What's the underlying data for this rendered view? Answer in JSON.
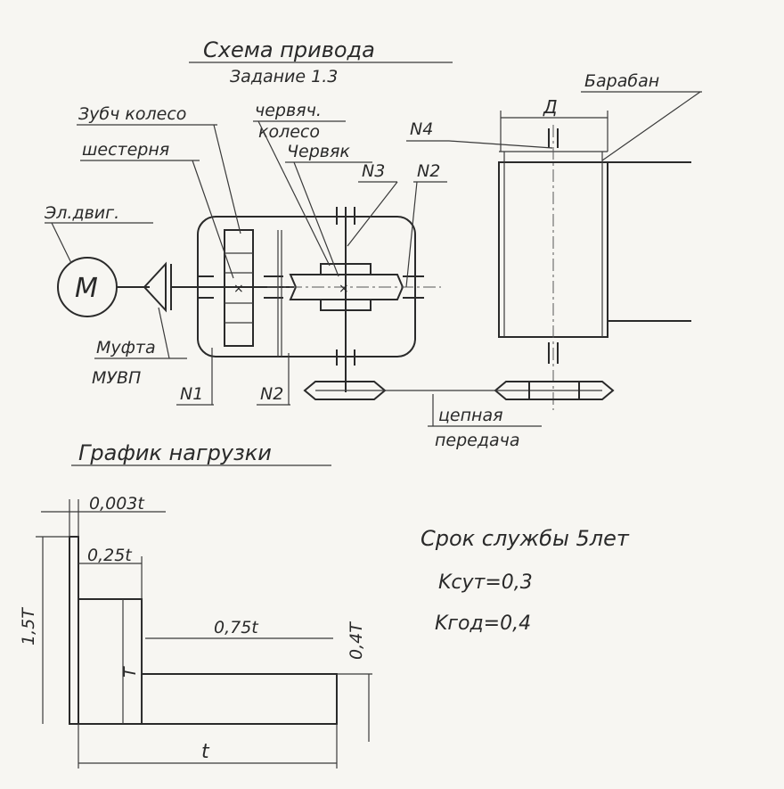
{
  "title": "Схема привода",
  "subtitle": "Задание 1.3",
  "labels": {
    "drum": "Барабан",
    "d": "Д",
    "n4": "N4",
    "gear_wheel": "Зубч колесо",
    "worm_wheel_1": "червяч.",
    "worm_wheel_2": "колесо",
    "worm": "Червяк",
    "n3": "N3",
    "n2_top": "N2",
    "pinion": "шестерня",
    "motor_label": "Эл.двиг.",
    "motor_symbol": "M",
    "coupling_1": "Муфта",
    "coupling_2": "МУВП",
    "n1": "N1",
    "n2_bottom": "N2",
    "chain_1": "цепная",
    "chain_2": "передача"
  },
  "load_chart": {
    "title": "График нагрузки",
    "dims": {
      "short": "0,003t",
      "peak_time": "0,25t",
      "peak_load": "1,5T",
      "nominal": "T",
      "long": "0,75t",
      "reduced": "0,4T",
      "total": "t"
    }
  },
  "notes": {
    "life": "Срок службы 5лет",
    "ksut": "Kсут=0,3",
    "kgod": "Kгод=0,4"
  },
  "chart_data": {
    "type": "step",
    "title": "График нагрузки",
    "xlabel": "t",
    "ylabel": "",
    "segments": [
      {
        "duration": "0,003t",
        "load": "1,5T"
      },
      {
        "duration": "0,25t",
        "load": "T"
      },
      {
        "duration": "0,75t",
        "load": "0,4T"
      }
    ],
    "x_fractions": [
      0.003,
      0.25,
      0.75
    ],
    "y_multipliers": [
      1.5,
      1.0,
      0.4
    ]
  }
}
